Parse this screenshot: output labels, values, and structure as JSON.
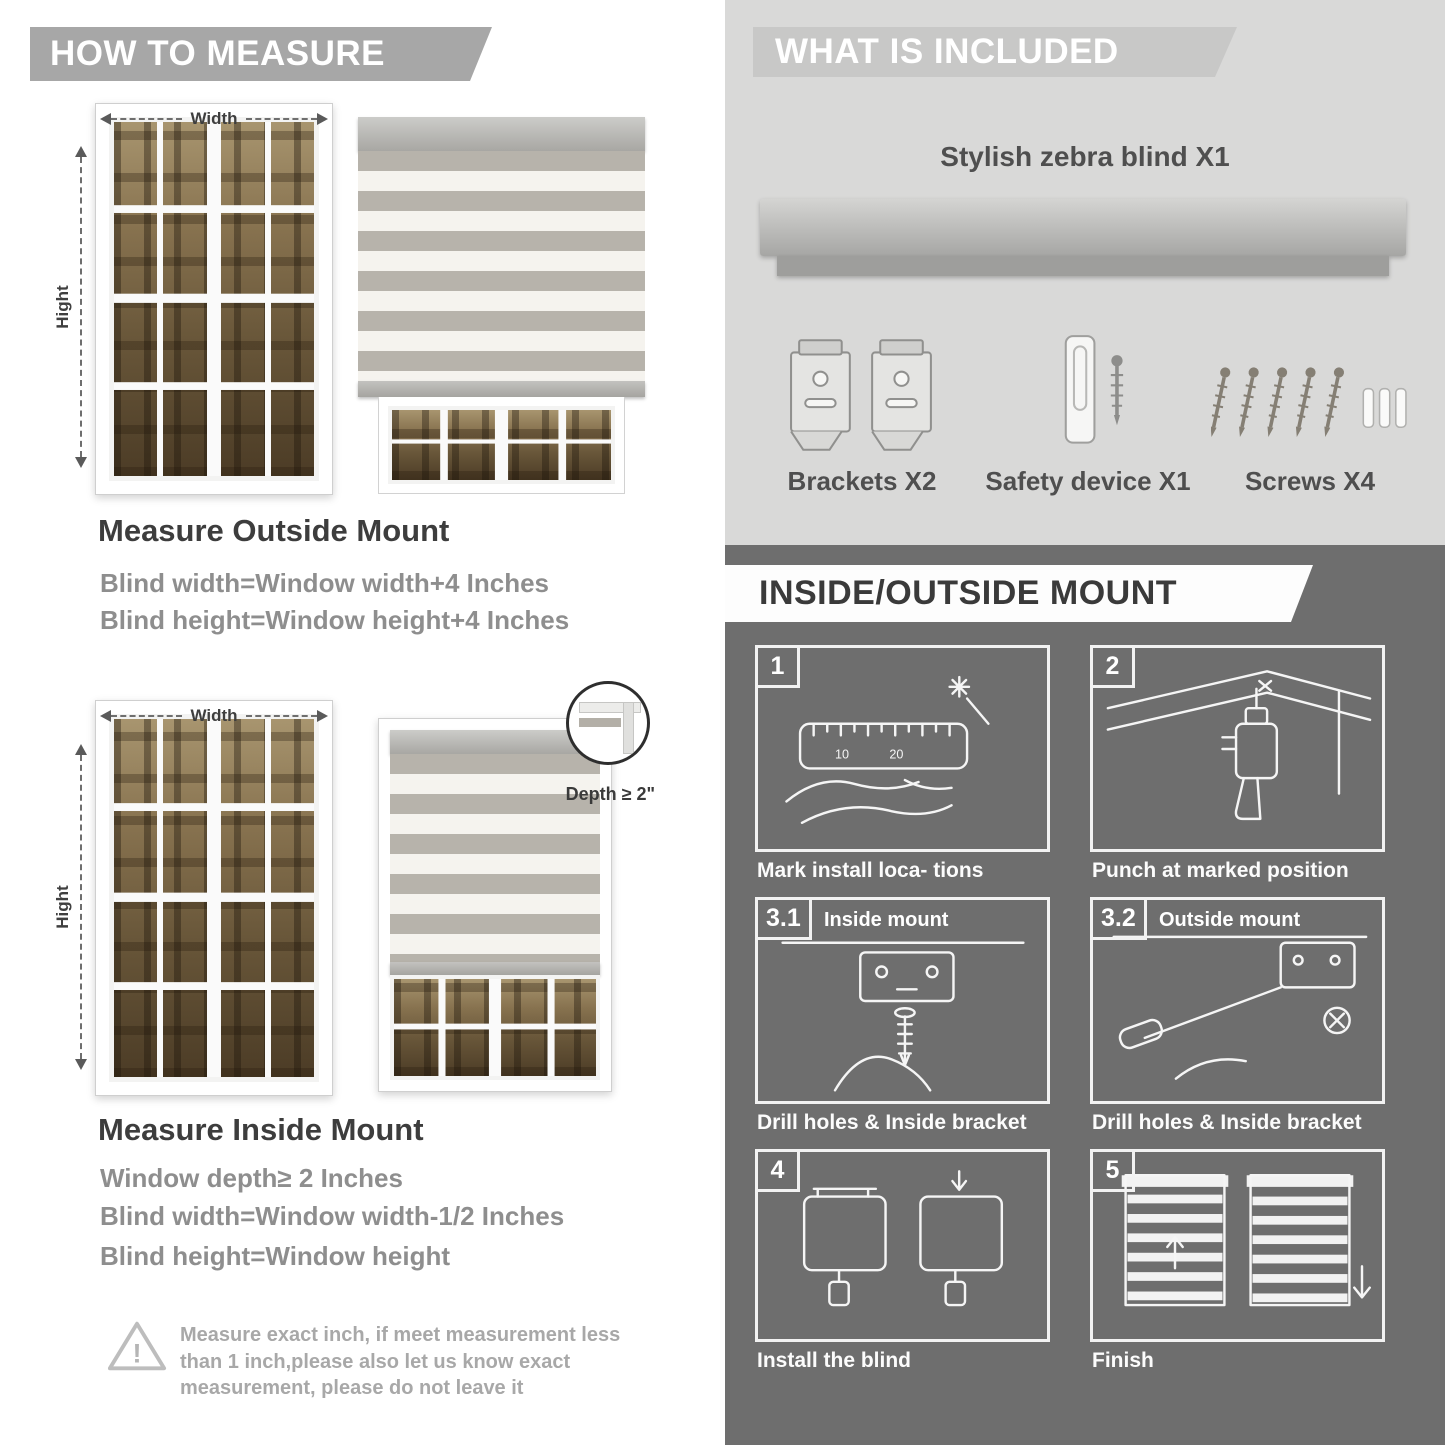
{
  "measure": {
    "header": "HOW TO MEASURE",
    "width_label": "Width",
    "height_label": "Hight",
    "outside": {
      "title": "Measure Outside Mount",
      "line1": "Blind width=Window width+4 Inches",
      "line2": "Blind height=Window height+4 Inches"
    },
    "inside": {
      "title": "Measure Inside Mount",
      "depth_callout": "Depth ≥ 2\"",
      "line1": "Window depth≥ 2 Inches",
      "line2": "Blind width=Window width-1/2 Inches",
      "line3": "Blind height=Window height"
    },
    "note": "Measure exact inch, if meet measurement less than 1 inch,please also let us know exact measurement, please do not leave it"
  },
  "included": {
    "header": "WHAT IS INCLUDED",
    "product_label": "Stylish zebra blind X1",
    "items": [
      {
        "label": "Brackets X2"
      },
      {
        "label": "Safety device X1"
      },
      {
        "label": "Screws X4"
      }
    ]
  },
  "mount": {
    "header": "INSIDE/OUTSIDE MOUNT",
    "steps": [
      {
        "num": "1",
        "caption": "Mark install loca- tions"
      },
      {
        "num": "2",
        "caption": "Punch at  marked position"
      },
      {
        "num": "3.1",
        "label": "Inside mount",
        "caption": "Drill holes &  Inside bracket"
      },
      {
        "num": "3.2",
        "label": "Outside mount",
        "caption": "Drill holes &  Inside bracket"
      },
      {
        "num": "4",
        "caption": "Install the blind"
      },
      {
        "num": "5",
        "caption": "Finish"
      }
    ]
  },
  "colors": {
    "header_gray": "#a7a7a7",
    "included_bg": "#d9d9d8",
    "dark_bg": "#6e6e6e",
    "stripe_gray": "#b7b3ab",
    "stripe_cream": "#f5f3ee"
  }
}
